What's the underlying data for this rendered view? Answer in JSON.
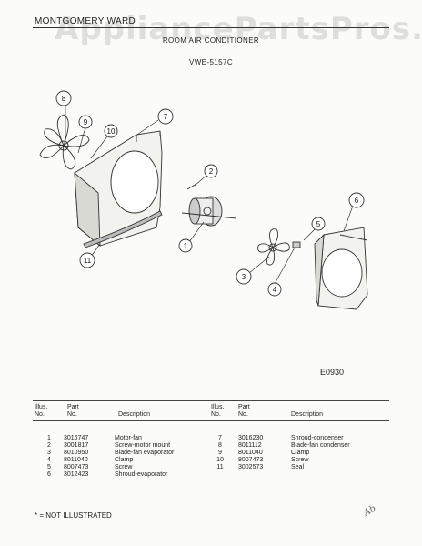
{
  "header": {
    "brand": "MONTGOMERY WARD",
    "watermark": "AppliancePartsPros.com",
    "product": "ROOM AIR CONDITIONER",
    "model": "VWE-5157C"
  },
  "diagram": {
    "code": "E0930",
    "callouts": [
      "1",
      "2",
      "3",
      "4",
      "5",
      "6",
      "7",
      "8",
      "9",
      "10",
      "11"
    ]
  },
  "parts_table": {
    "headers": {
      "illus_1": "Illus.",
      "illus_2": "No.",
      "part_1": "Part",
      "part_2": "No.",
      "desc": "Description"
    },
    "left": [
      {
        "illus": "1",
        "part": "3016747",
        "desc": "Motor-fan"
      },
      {
        "illus": "2",
        "part": "3001817",
        "desc": "Screw-motor mount"
      },
      {
        "illus": "3",
        "part": "8010950",
        "desc": "Blade-fan evaporator"
      },
      {
        "illus": "4",
        "part": "8011040",
        "desc": "Clamp"
      },
      {
        "illus": "5",
        "part": "8007473",
        "desc": "Screw"
      },
      {
        "illus": "6",
        "part": "3012423",
        "desc": "Shroud-evaporator"
      }
    ],
    "right": [
      {
        "illus": "7",
        "part": "3016230",
        "desc": "Shroud-condenser"
      },
      {
        "illus": "8",
        "part": "8011112",
        "desc": "Blade-fan condenser"
      },
      {
        "illus": "9",
        "part": "8011040",
        "desc": "Clamp"
      },
      {
        "illus": "10",
        "part": "8007473",
        "desc": "Screw"
      },
      {
        "illus": "11",
        "part": "3002573",
        "desc": "Seal"
      }
    ]
  },
  "footnote": "* = NOT ILLUSTRATED",
  "handmark": "Ab"
}
